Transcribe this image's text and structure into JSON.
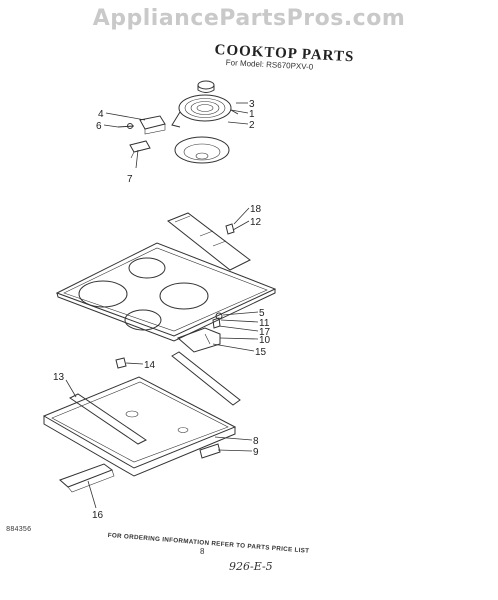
{
  "watermark": "AppliancePartsPros.com",
  "title": "COOKTOP PARTS",
  "model_line": "For Model: RS670PXV-0",
  "doc_ref": "884356",
  "ordering_note": "FOR ORDERING INFORMATION REFER TO PARTS PRICE LIST",
  "page_number": "8",
  "handwritten": "926-E-5",
  "callouts": {
    "c1": "1",
    "c2": "2",
    "c3": "3",
    "c4": "4",
    "c5": "5",
    "c6": "6",
    "c7": "7",
    "c8": "8",
    "c9": "9",
    "c10": "10",
    "c11": "11",
    "c12": "12",
    "c13": "13",
    "c14": "14",
    "c15": "15",
    "c16": "16",
    "c17": "17",
    "c18": "18"
  }
}
